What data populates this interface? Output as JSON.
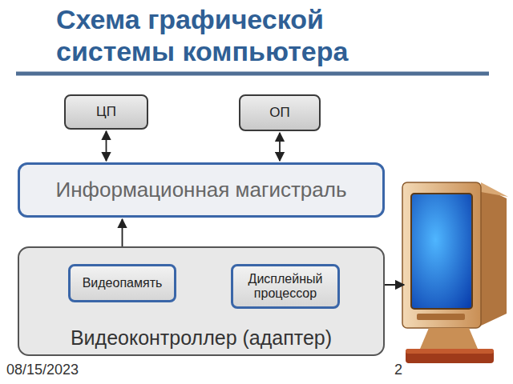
{
  "diagram": {
    "title": "Схема графической системы компьютера",
    "nodes": [
      {
        "text": [
          "ЦП"
        ]
      },
      {
        "text": [
          "ОП"
        ]
      },
      {
        "text": [
          "Информационная магистраль"
        ]
      },
      {
        "text": [
          "Видеоконтроллер (адаптер)"
        ]
      },
      {
        "text": [
          "Видеопамять"
        ],
        "in": 3
      },
      {
        "text": [
          "Дисплейный процессор"
        ],
        "in": 3
      }
    ],
    "edges": [
      {
        "from": 0,
        "to": 2,
        "arrow": "both"
      },
      {
        "from": 1,
        "to": 2,
        "arrow": "both"
      },
      {
        "from": 2,
        "to": 4,
        "arrow": "both"
      },
      {
        "from": 4,
        "to": 5,
        "arrow": "to"
      }
    ],
    "labels": [
      "08/15/2023",
      "2"
    ]
  }
}
